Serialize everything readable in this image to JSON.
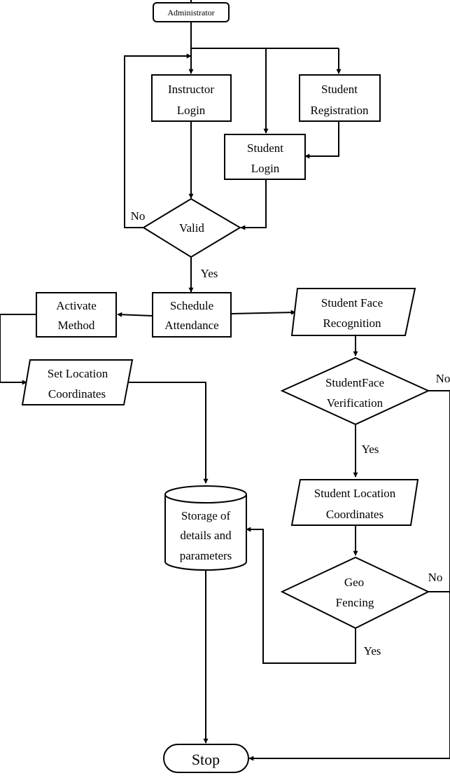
{
  "diagram": {
    "nodes": {
      "administrator": "Administrator",
      "instructor_login": [
        "Instructor",
        "Login"
      ],
      "student_registration": [
        "Student",
        "Registration"
      ],
      "student_login": [
        "Student",
        "Login"
      ],
      "valid": "Valid",
      "schedule_attendance": [
        "Schedule",
        "Attendance"
      ],
      "activate_method": [
        "Activate",
        "Method"
      ],
      "set_location": [
        "Set Location",
        "Coordinates"
      ],
      "student_face_recognition": [
        "Student Face",
        "Recognition"
      ],
      "student_face_verification": [
        "StudentFace",
        "Verification"
      ],
      "student_location": [
        "Student Location",
        "Coordinates"
      ],
      "geo_fencing": [
        "Geo",
        "Fencing"
      ],
      "storage": [
        "Storage of",
        "details and",
        "parameters"
      ],
      "stop": "Stop"
    },
    "edge_labels": {
      "valid_no": "No",
      "valid_yes": "Yes",
      "verification_no": "No",
      "verification_yes": "Yes",
      "geo_no": "No",
      "geo_yes": "Yes"
    }
  }
}
